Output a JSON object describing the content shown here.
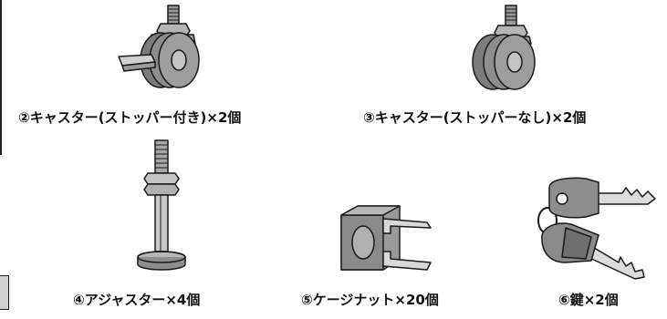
{
  "colors": {
    "body_gray": "#8e8e8e",
    "light_gray": "#c8c8c8",
    "mid_gray": "#a9a9a9",
    "dark_gray": "#6e6e6e",
    "outline": "#1a1a1a"
  },
  "parts": [
    {
      "id": "caster-with-stopper",
      "icon": "caster-with-stopper-icon",
      "caption": "②キャスター(ストッパー付き)×2個"
    },
    {
      "id": "caster-without-stopper",
      "icon": "caster-icon",
      "caption": "③キャスター(ストッパーなし)×2個"
    },
    {
      "id": "adjuster",
      "icon": "adjuster-foot-icon",
      "caption": "④アジャスター×4個"
    },
    {
      "id": "cage-nut",
      "icon": "cage-nut-icon",
      "caption": "⑤ケージナット×20個"
    },
    {
      "id": "key",
      "icon": "key-icon",
      "caption": "⑥鍵×2個"
    }
  ]
}
